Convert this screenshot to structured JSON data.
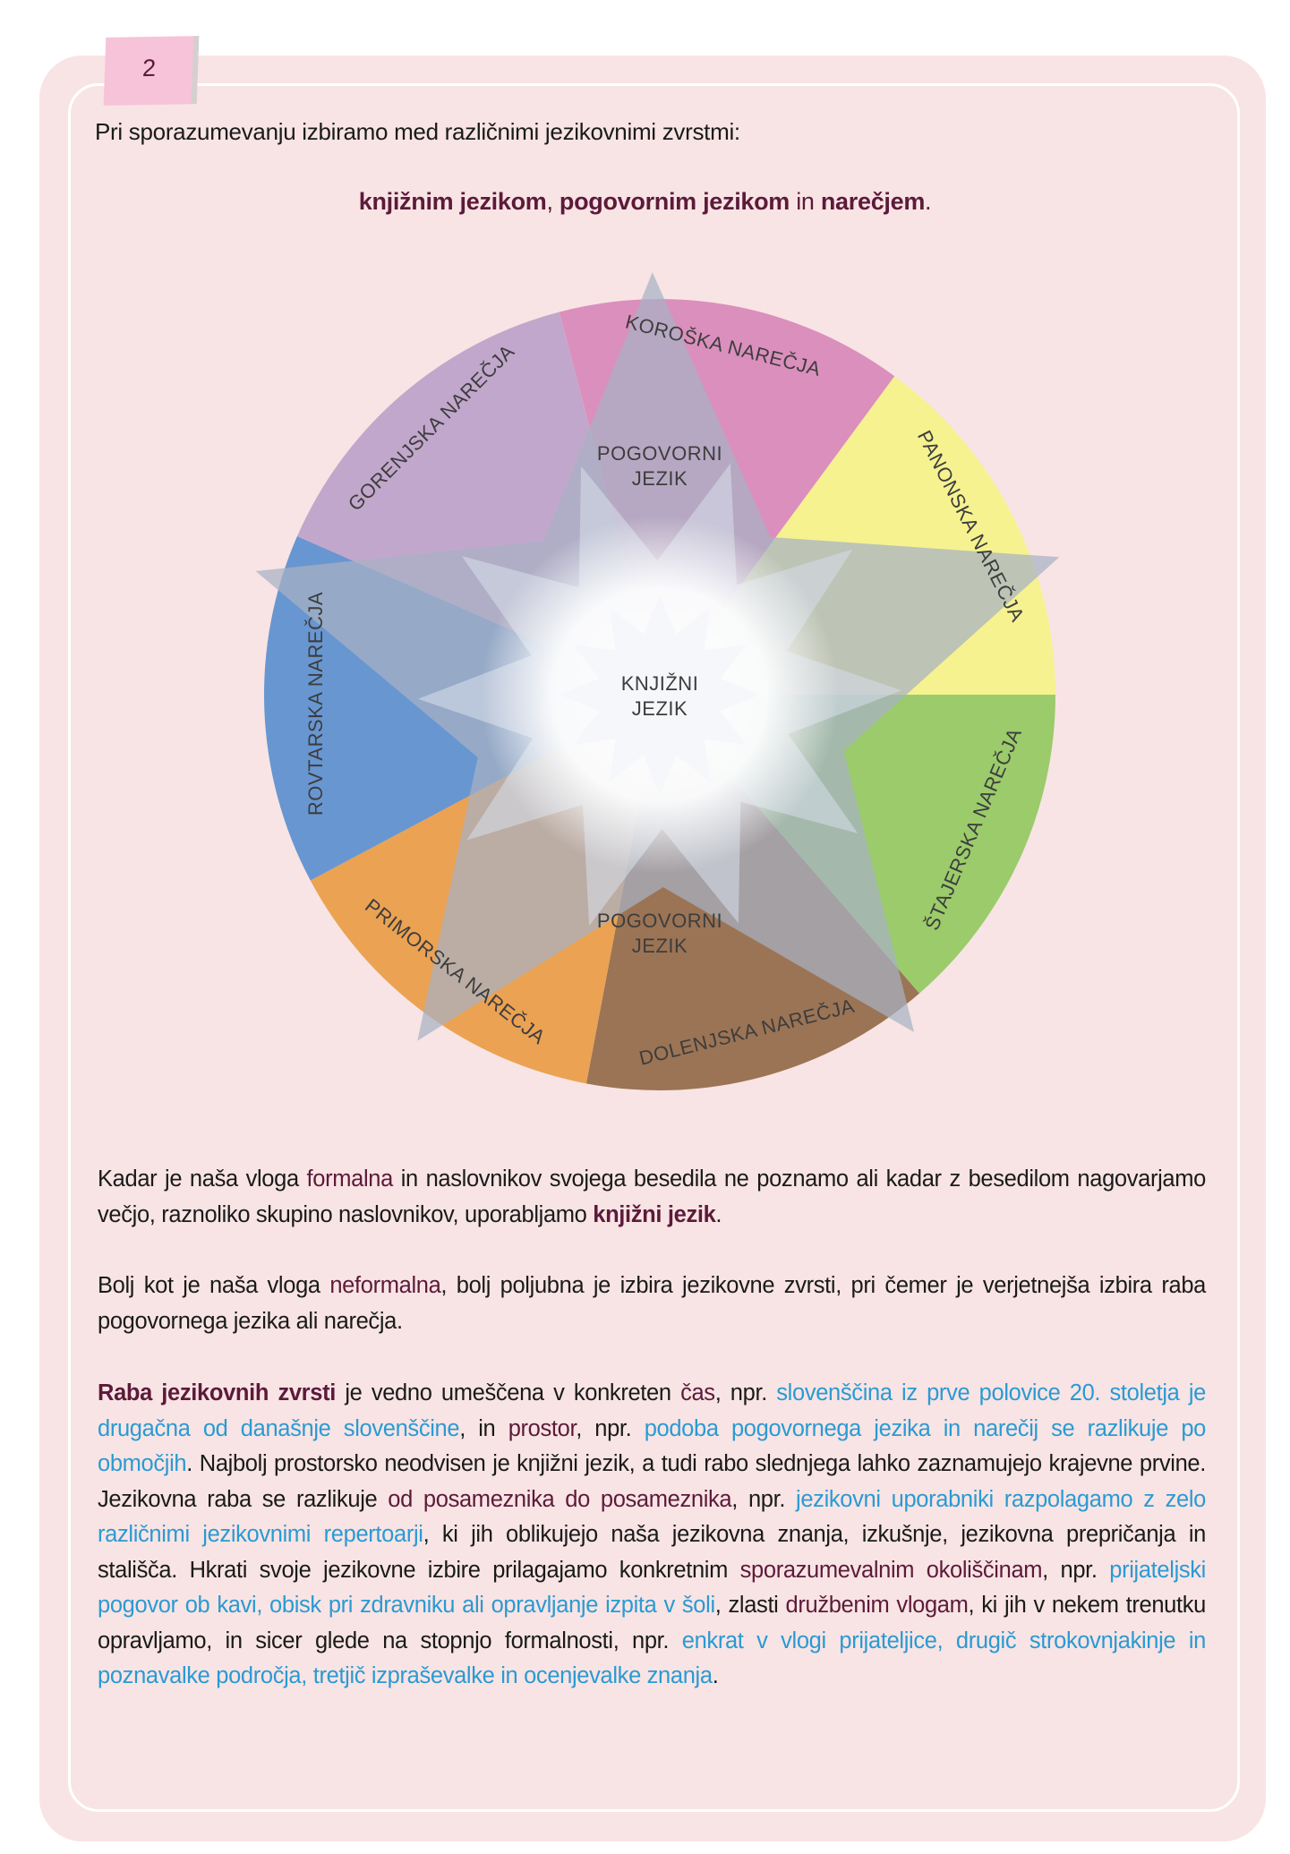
{
  "page_number": "2",
  "intro": "Pri sporazumevanju izbiramo med različnimi jezikovnimi zvrstmi:",
  "kinds": {
    "k1": "knjižnim jezikom",
    "sep1": ", ",
    "k2": "pogovornim jezikom",
    "sep2": " in ",
    "k3": "narečjem",
    "end": "."
  },
  "diagram": {
    "sectors": [
      {
        "label": "KOROŠKA NAREČJA",
        "color": "#db8fbd"
      },
      {
        "label": "PANONSKA NAREČJA",
        "color": "#f6f290"
      },
      {
        "label": "ŠTAJERSKA NAREČJA",
        "color": "#9bcb6b"
      },
      {
        "label": "DOLENJSKA NAREČJA",
        "color": "#9b7455"
      },
      {
        "label": "PRIMORSKA NAREČJA",
        "color": "#eba253"
      },
      {
        "label": "ROVTARSKA NAREČJA",
        "color": "#6896d1"
      },
      {
        "label": "GORENJSKA NAREČJA",
        "color": "#c2a7cc"
      }
    ],
    "top_center": {
      "l1": "POGOVORNI",
      "l2": "JEZIK"
    },
    "center": {
      "l1": "KNJIŽNI",
      "l2": "JEZIK"
    },
    "bottom_center": {
      "l1": "POGOVORNI",
      "l2": "JEZIK"
    }
  },
  "p1": {
    "a": "Kadar je naša vloga ",
    "b": "formalna",
    "c": " in naslovnikov svojega besedila ne poznamo ali kadar z besedilom nagovarjamo večjo, raznoliko skupino naslovnikov, uporabljamo ",
    "d": "knjižni jezik",
    "e": "."
  },
  "p2": {
    "a": "Bolj kot je naša vloga ",
    "b": "neformalna",
    "c": ", bolj poljubna je izbira jezikovne zvrsti, pri čemer je verjetnejša izbira raba pogovornega jezika ali narečja."
  },
  "p3": {
    "s1": "Raba jezikovnih zvrsti",
    "s2": " je vedno umeščena v konkreten ",
    "s3": "čas",
    "s4": ", npr. ",
    "s5": "slovenščina iz prve polovice 20. stoletja je drugačna od  današnje slovenščine",
    "s6": ", in ",
    "s7": "prostor",
    "s8": ", npr. ",
    "s9": "podoba pogovornega jezika in narečij se razlikuje po območjih",
    "s10": ". Najbolj prostorsko neodvisen je knjižni jezik, a tudi rabo slednjega lahko zaznamujejo krajevne prvine. Jezikovna raba se razlikuje ",
    "s11": "od posameznika do posameznika",
    "s12": ", npr. ",
    "s13": "jezikovni uporabniki razpolagamo z zelo različnimi jezikovnimi repertoarji",
    "s14": ", ki jih oblikujejo naša jezikovna znanja, izkušnje, jezikovna prepričanja in stališča. Hkrati svoje jezikovne izbire prilagajamo konkretnim ",
    "s15": "sporazumevalnim okoliščinam",
    "s16": ", npr. ",
    "s17": "prijateljski pogovor ob kavi, obisk pri zdravniku ali opravljanje izpita v šoli",
    "s18": ", zlasti ",
    "s19": "družbenim vlogam",
    "s20": ", ki jih v nekem trenutku opravljamo, in sicer glede na stopnjo formalnosti, npr. ",
    "s21": "enkrat v vlogi prijateljice, drugič strokovnjakinje in poznavalke področja, tretjič izpraševalke in ocenjevalke znanja",
    "s22": "."
  }
}
